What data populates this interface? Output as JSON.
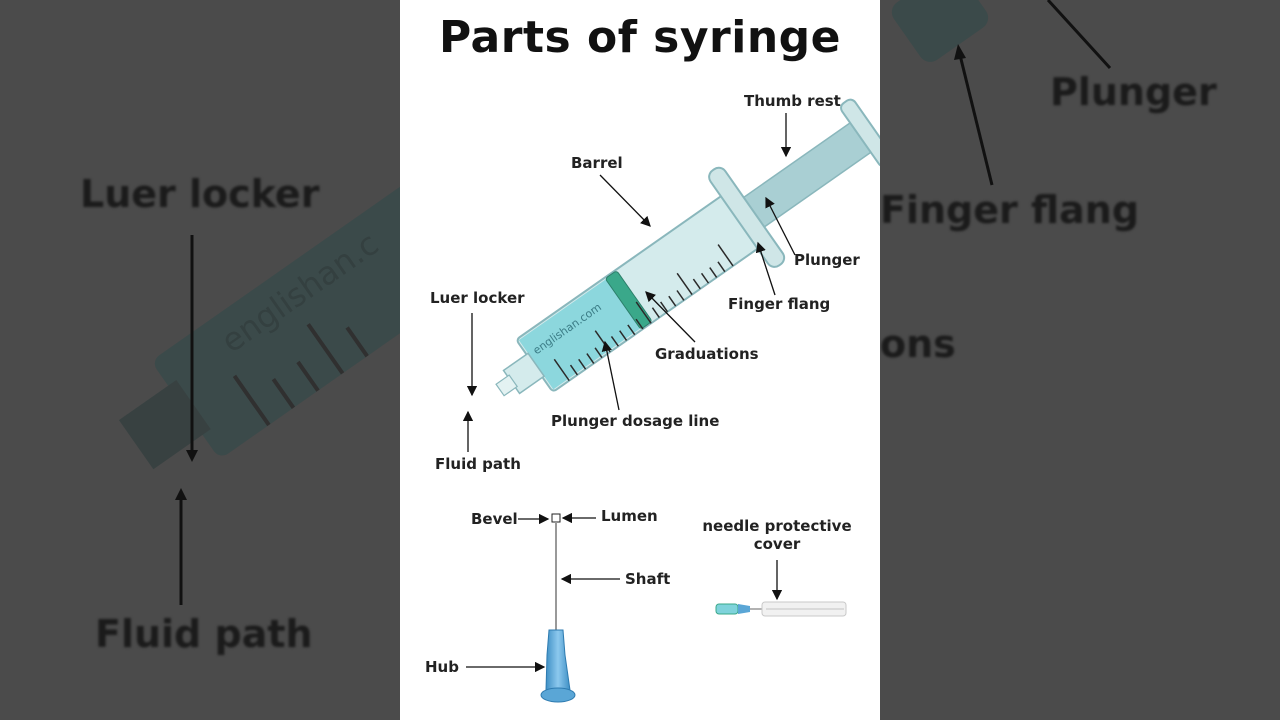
{
  "title": "Parts of syringe",
  "watermark": "englishan.com",
  "labels": {
    "thumb_rest": "Thumb rest",
    "barrel": "Barrel",
    "plunger": "Plunger",
    "finger_flang": "Finger flang",
    "luer_locker": "Luer locker",
    "graduations": "Graduations",
    "plunger_dosage_line": "Plunger dosage line",
    "fluid_path": "Fluid path",
    "bevel": "Bevel",
    "lumen": "Lumen",
    "shaft": "Shaft",
    "hub": "Hub",
    "needle_protective_cover_line1": "needle protective",
    "needle_protective_cover_line2": "cover"
  },
  "background": {
    "left_labels": [
      "Luer locker",
      "Fluid path"
    ],
    "right_labels": [
      "Plunger",
      "Finger flang",
      "ons"
    ],
    "watermark_fragment": "englishan.c"
  },
  "colors": {
    "panel": "#ffffff",
    "backdrop": "#4b4b4b",
    "barrel_fill": "#cfe6e7",
    "liquid": "#7fd3db",
    "plunger_seal": "#3aa88a",
    "hub_blue": "#5aa6d6"
  }
}
